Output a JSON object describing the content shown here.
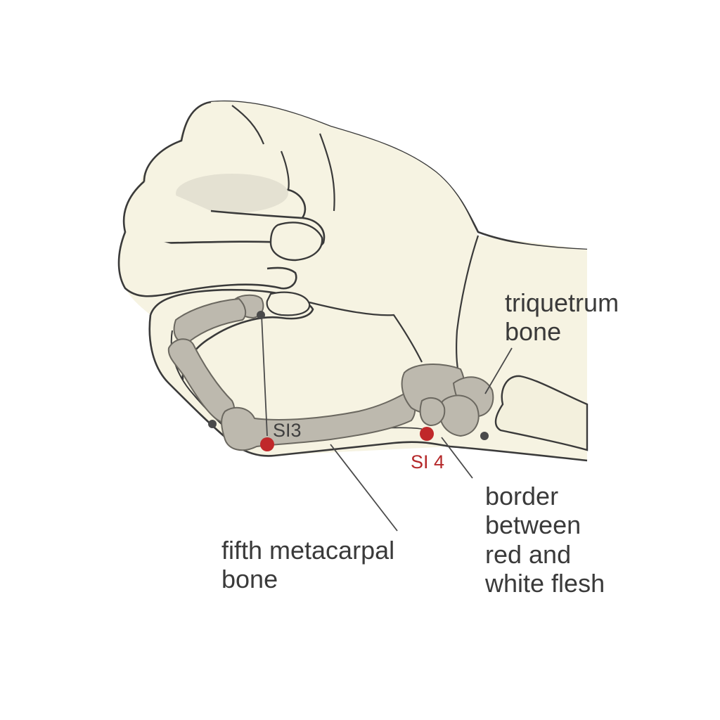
{
  "labels": {
    "triquetrum_line1": "triquetrum",
    "triquetrum_line2": "bone",
    "si3": "SI3",
    "si4": "SI 4",
    "metacarpal_line1": "fifth metacarpal",
    "metacarpal_line2": "bone",
    "border_line1": "border",
    "border_line2": "between",
    "border_line3": "red and",
    "border_line4": "white flesh"
  },
  "colors": {
    "skin": "#f6f3e2",
    "outline": "#3a3a3a",
    "bone": "#bdb9ae",
    "bone_outline": "#6b6860",
    "acupoint": "#c0282a",
    "marker": "#4a4a4a"
  }
}
